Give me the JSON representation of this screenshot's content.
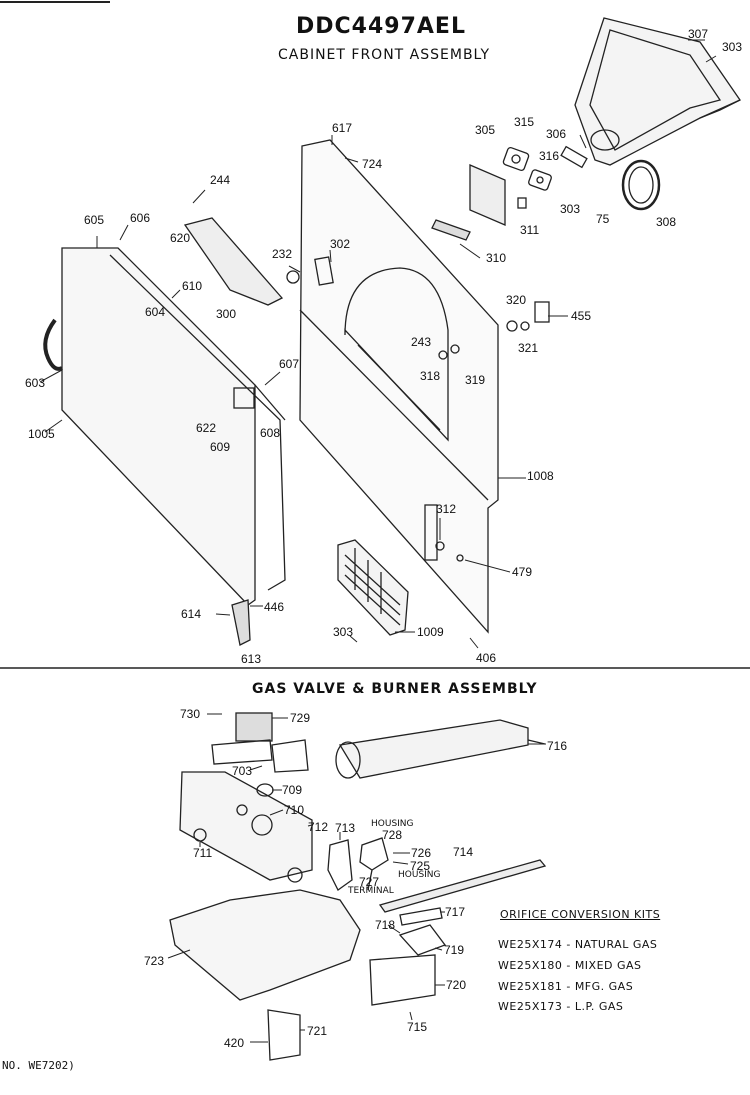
{
  "header": {
    "model": "DDC4497AEL",
    "subtitle": "CABINET FRONT ASSEMBLY"
  },
  "section2": {
    "title": "GAS VALVE & BURNER ASSEMBLY"
  },
  "footer_note": "NO. WE7202)",
  "cabinet_parts": {
    "p307": "307",
    "p303a": "303",
    "p305": "305",
    "p315": "315",
    "p306": "306",
    "p316": "316",
    "p303b": "303",
    "p75": "75",
    "p308": "308",
    "p311": "311",
    "p310": "310",
    "p617": "617",
    "p724": "724",
    "p244": "244",
    "p605": "605",
    "p606": "606",
    "p620": "620",
    "p232": "232",
    "p302": "302",
    "p610": "610",
    "p604": "604",
    "p300": "300",
    "p320": "320",
    "p455": "455",
    "p243": "243",
    "p321": "321",
    "p318": "318",
    "p319": "319",
    "p603": "603",
    "p607": "607",
    "p622": "622",
    "p608": "608",
    "p609": "609",
    "p1005": "1005",
    "p1008": "1008",
    "p312": "312",
    "p479": "479",
    "p614": "614",
    "p446": "446",
    "p613": "613",
    "p303c": "303",
    "p1009": "1009",
    "p406": "406"
  },
  "gas_parts": {
    "p730": "730",
    "p729": "729",
    "p716": "716",
    "p703": "703",
    "p709": "709",
    "p710": "710",
    "p712": "712",
    "p711": "711",
    "p713": "713",
    "p728": "728",
    "housing1": "HOUSING",
    "p726": "726",
    "p725": "725",
    "housing2": "HOUSING",
    "p727": "727",
    "terminal": "TERMINAL",
    "p714": "714",
    "p718": "718",
    "p717": "717",
    "p719": "719",
    "p723": "723",
    "p720": "720",
    "p715": "715",
    "p420": "420",
    "p721": "721"
  },
  "orifice_kits": {
    "heading": "ORIFICE CONVERSION KITS",
    "items": [
      "WE25X174 - NATURAL GAS",
      "WE25X180 - MIXED GAS",
      "WE25X181 - MFG. GAS",
      "WE25X173 - L.P. GAS"
    ]
  }
}
